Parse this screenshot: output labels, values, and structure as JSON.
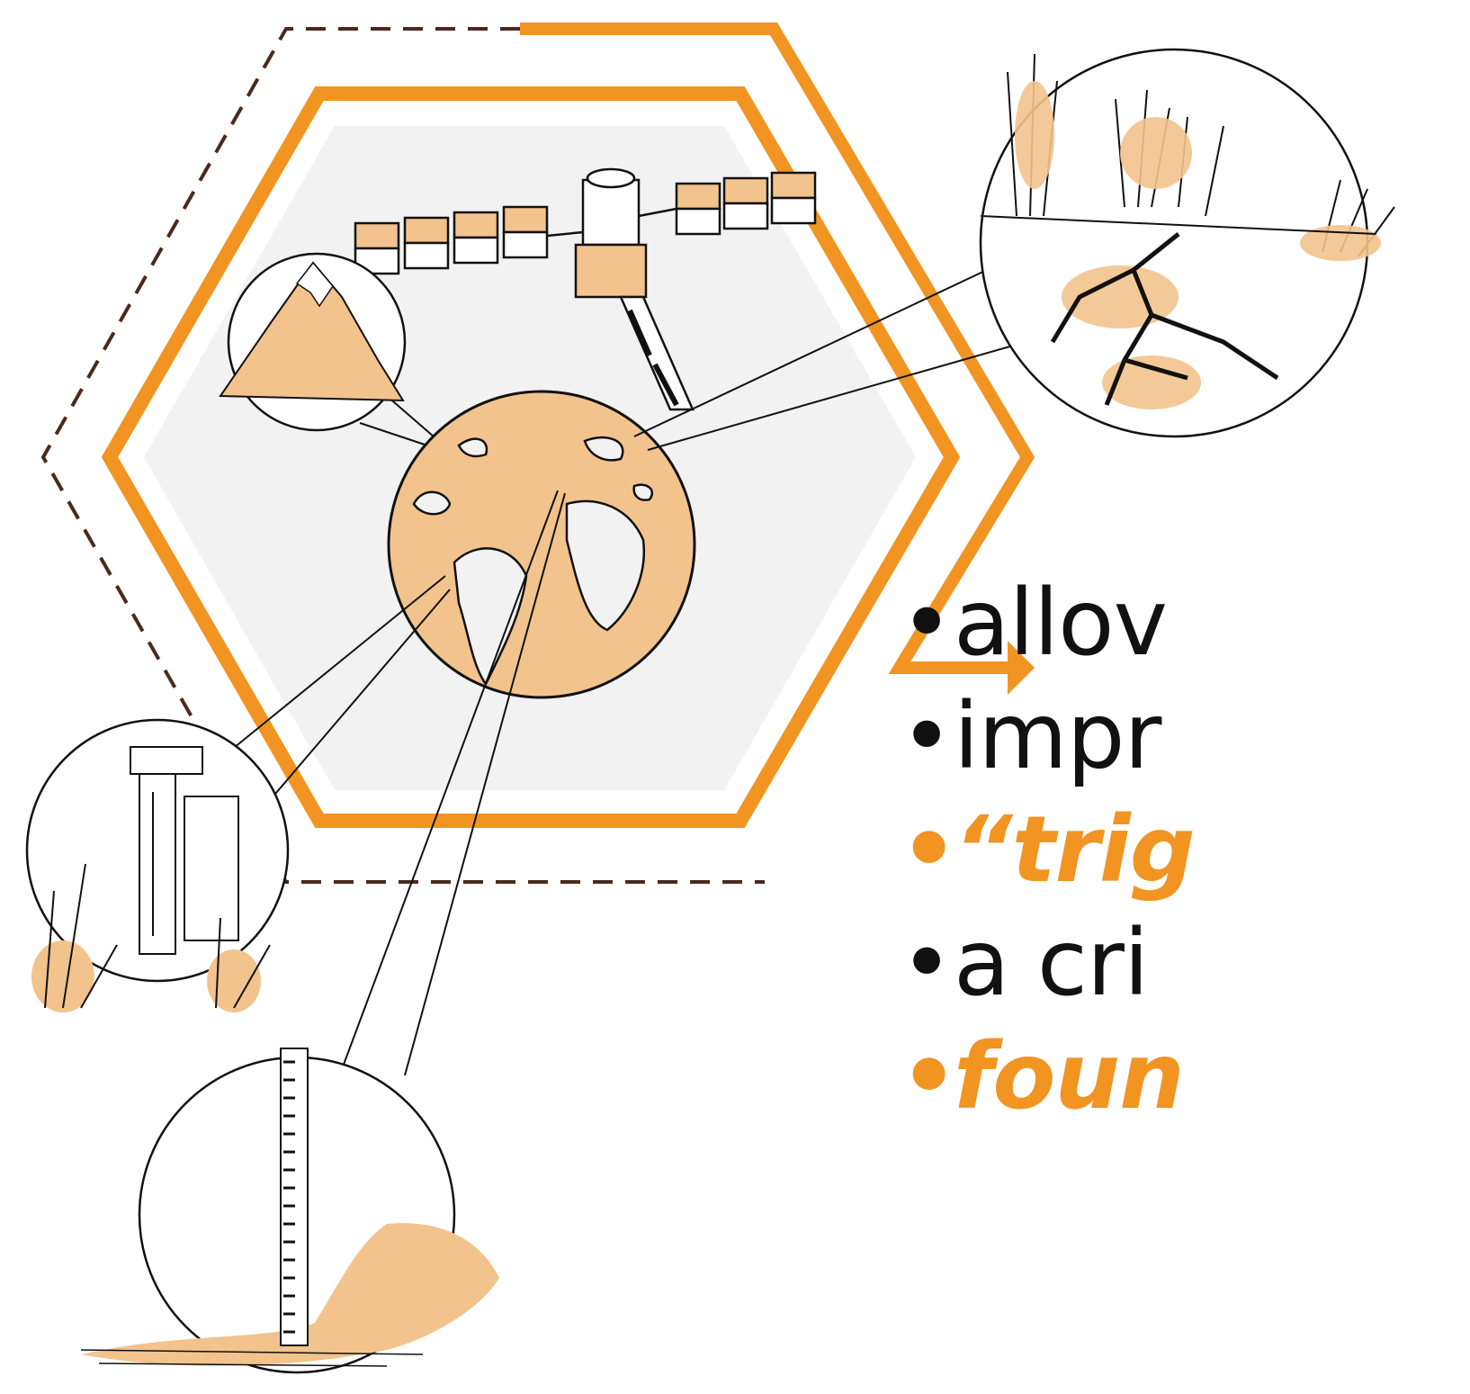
{
  "colors": {
    "accent": "#F29422",
    "fill_light": "#F3C38D",
    "hex_bg": "#F2F2F2",
    "ink": "#111111",
    "dash": "#4A2A1C"
  },
  "bullets": [
    {
      "marker": "•",
      "text": "allov",
      "highlight": false
    },
    {
      "marker": "•",
      "text": "impr",
      "highlight": false
    },
    {
      "marker": "•",
      "text": "“trig",
      "highlight": true
    },
    {
      "marker": "•",
      "text": "a cri",
      "highlight": false
    },
    {
      "marker": "•",
      "text": "foun",
      "highlight": true
    }
  ]
}
